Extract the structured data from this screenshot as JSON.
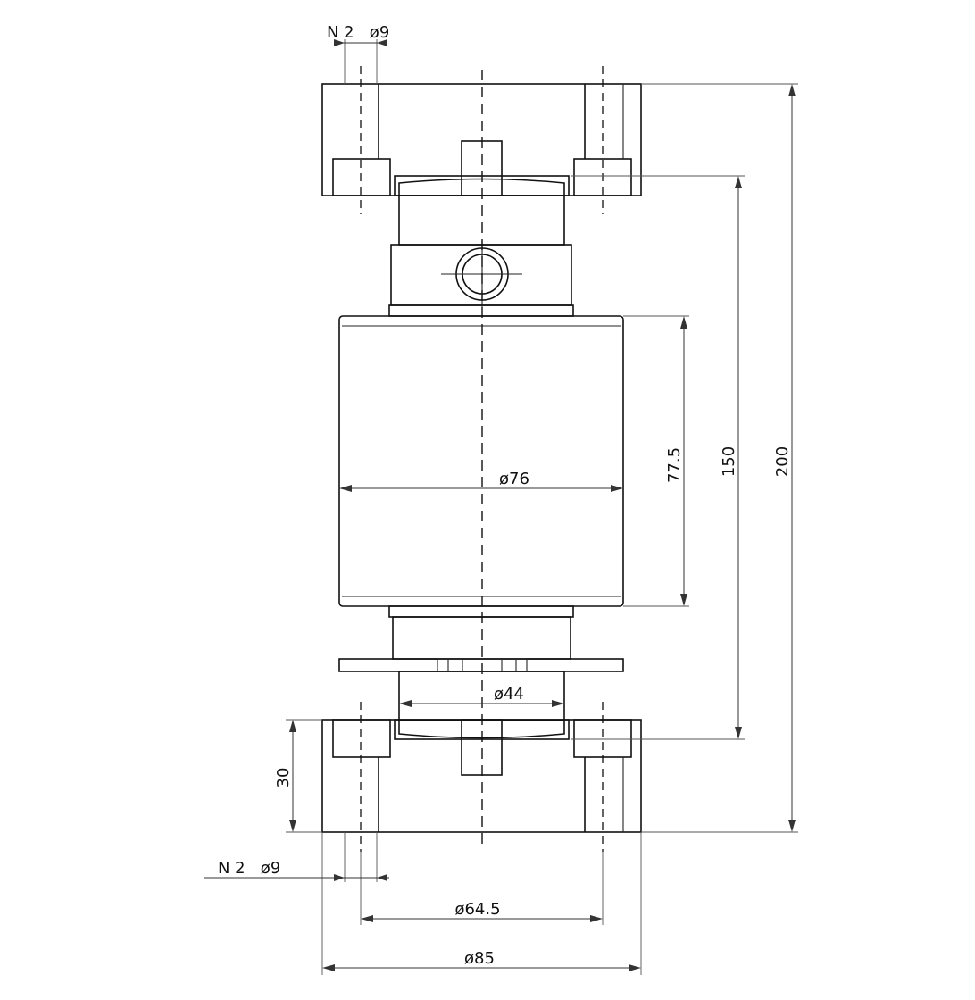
{
  "dimensions": {
    "top_hole_note": "N 2   ø9",
    "bottom_hole_note": "N 2   ø9",
    "body_diameter": "ø76",
    "neck_diameter": "ø44",
    "bolt_circle_diameter": "ø64.5",
    "base_diameter": "ø85",
    "body_height": "77.5",
    "mid_height": "150",
    "overall_height": "200",
    "base_thickness": "30"
  }
}
